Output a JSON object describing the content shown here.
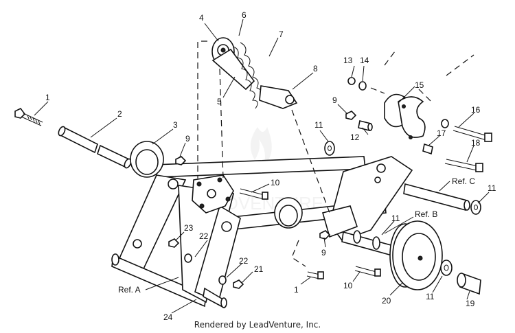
{
  "callouts": [
    "1",
    "2",
    "3",
    "4",
    "5",
    "6",
    "7",
    "8",
    "9",
    "9",
    "9",
    "10",
    "10",
    "11",
    "11",
    "11",
    "11",
    "12",
    "13",
    "14",
    "15",
    "16",
    "17",
    "18",
    "19",
    "20",
    "21",
    "22",
    "22",
    "23",
    "24",
    "1"
  ],
  "refs": {
    "a": "Ref. A",
    "b": "Ref. B",
    "c": "Ref. C"
  },
  "footer": "Rendered by LeadVenture, Inc.",
  "watermark_text": "LEADVENTURE"
}
